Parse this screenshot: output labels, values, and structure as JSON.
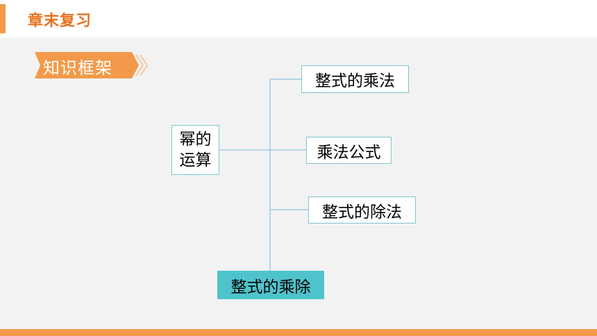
{
  "header": {
    "title": "章末复习"
  },
  "section_tag": {
    "label": "知识框架"
  },
  "diagram": {
    "left_node": {
      "line1": "幂的",
      "line2": "运算"
    },
    "branches": [
      {
        "label": "整式的乘法"
      },
      {
        "label": "乘法公式"
      },
      {
        "label": "整式的除法"
      }
    ],
    "root": {
      "label": "整式的乘除"
    }
  },
  "colors": {
    "accent": "#f39a4a",
    "accent_text": "#e8701e",
    "teal": "#4fc3cc",
    "teal_border": "#7fc6cc",
    "line": "#8cc3e3"
  }
}
